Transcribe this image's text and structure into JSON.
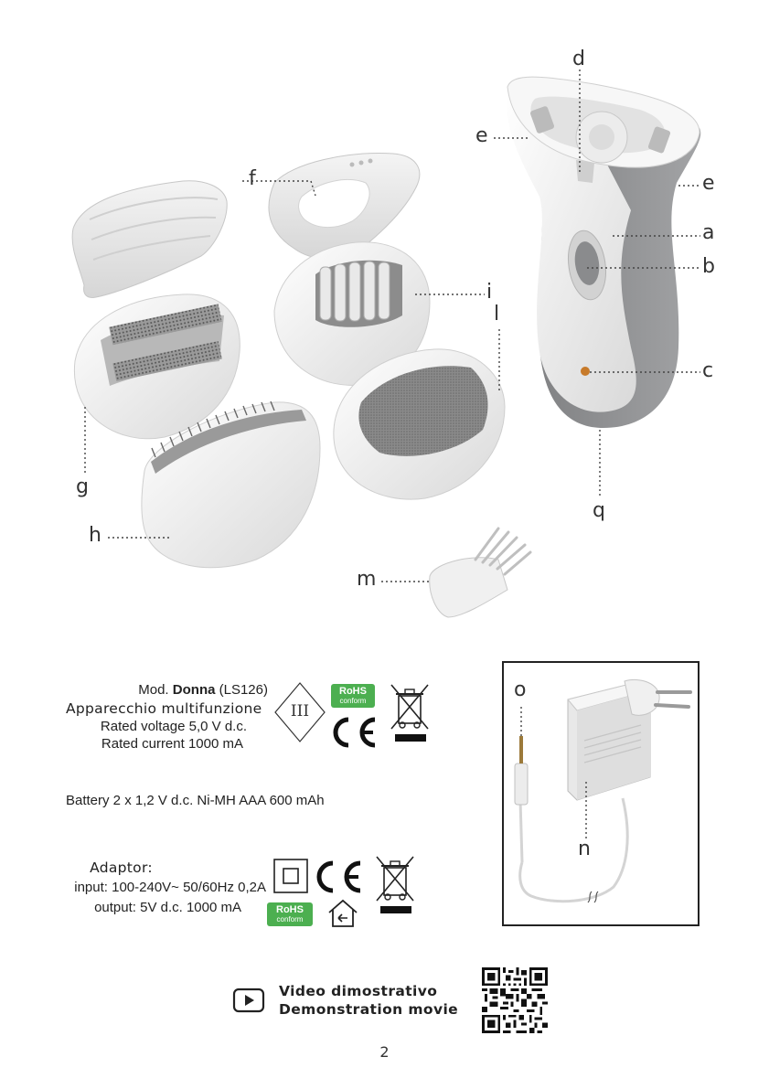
{
  "labels": {
    "a": "a",
    "b": "b",
    "c": "c",
    "d": "d",
    "e_left": "e",
    "e_right": "e",
    "f": "f",
    "g": "g",
    "h": "h",
    "i": "i",
    "l": "l",
    "m": "m",
    "n": "n",
    "o": "o",
    "q": "q"
  },
  "specs": {
    "mod_prefix": "Mod.",
    "model_name": "Donna",
    "model_code": "(LS126)",
    "product_name": "Apparecchio multifunzione",
    "rated_voltage": "Rated voltage 5,0 V d.c.",
    "rated_current": "Rated current 1000 mA",
    "battery": "Battery 2 x 1,2 V d.c. Ni-MH AAA 600 mAh",
    "adaptor_title": "Adaptor:",
    "adaptor_input": "input: 100-240V~  50/60Hz 0,2A",
    "adaptor_output": "output: 5V d.c. 1000 mA"
  },
  "marks": {
    "class_iii": "III",
    "rohs_text": "RoHS",
    "rohs_sub": "conform",
    "ce": "CE"
  },
  "video": {
    "line1": "Video dimostrativo",
    "line2": "Demonstration movie"
  },
  "page_number": "2",
  "colors": {
    "device_gray": "#8f9092",
    "device_white": "#f3f3f3",
    "rohs_green": "#4caf50",
    "label_text": "#333333"
  },
  "icons": [
    "play-icon",
    "qr-code-icon",
    "waste-bin-icon",
    "ce-mark-icon",
    "double-insulation-icon",
    "indoor-use-icon",
    "class-iii-icon"
  ]
}
